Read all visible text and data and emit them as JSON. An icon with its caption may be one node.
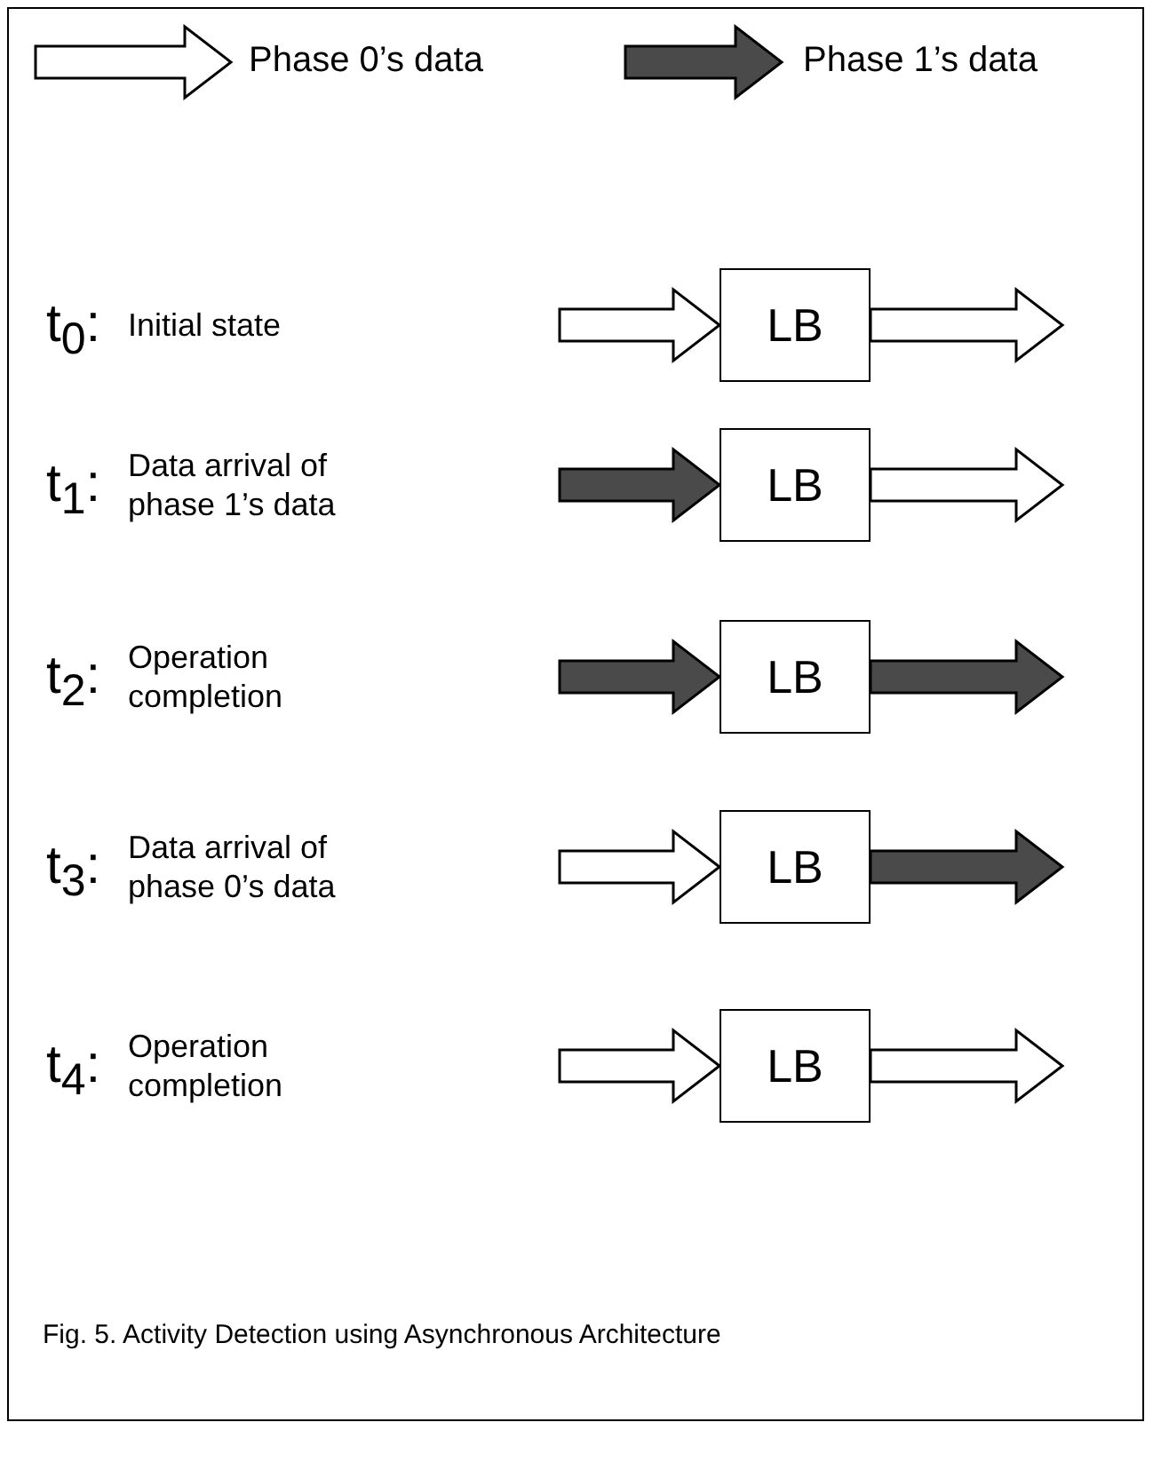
{
  "diagram": {
    "caption": "Fig. 5. Activity Detection using Asynchronous Architecture",
    "nodes": [
      {
        "text": [
          "LB"
        ]
      },
      {
        "text": [
          "LB"
        ]
      },
      {
        "text": [
          "LB"
        ]
      },
      {
        "text": [
          "LB"
        ]
      },
      {
        "text": [
          "LB"
        ]
      }
    ],
    "edges": [
      {
        "from": null,
        "to": 0,
        "arrow": "to"
      },
      {
        "from": 0,
        "to": null,
        "arrow": "to"
      },
      {
        "from": null,
        "to": 1,
        "arrow": "to",
        "color": "#4a4a4a"
      },
      {
        "from": 1,
        "to": null,
        "arrow": "to"
      },
      {
        "from": null,
        "to": 2,
        "arrow": "to",
        "color": "#4a4a4a"
      },
      {
        "from": 2,
        "to": null,
        "arrow": "to",
        "color": "#4a4a4a"
      },
      {
        "from": null,
        "to": 3,
        "arrow": "to"
      },
      {
        "from": 3,
        "to": null,
        "arrow": "to",
        "color": "#4a4a4a"
      },
      {
        "from": null,
        "to": 4,
        "arrow": "to"
      },
      {
        "from": 4,
        "to": null,
        "arrow": "to"
      }
    ],
    "labels": [
      "t$_{0}$:",
      "Initial state",
      "t$_{1}$:",
      "Data arrival of phase 1’s data",
      "t$_{2}$:",
      "Operation completion",
      "t$_{3}$:",
      "Data arrival of phase 0’s data",
      "t$_{4}$:",
      "Operation completion"
    ],
    "legend": [
      {
        "text": "Phase 0’s data"
      },
      {
        "text": "Phase 1’s data"
      }
    ]
  }
}
